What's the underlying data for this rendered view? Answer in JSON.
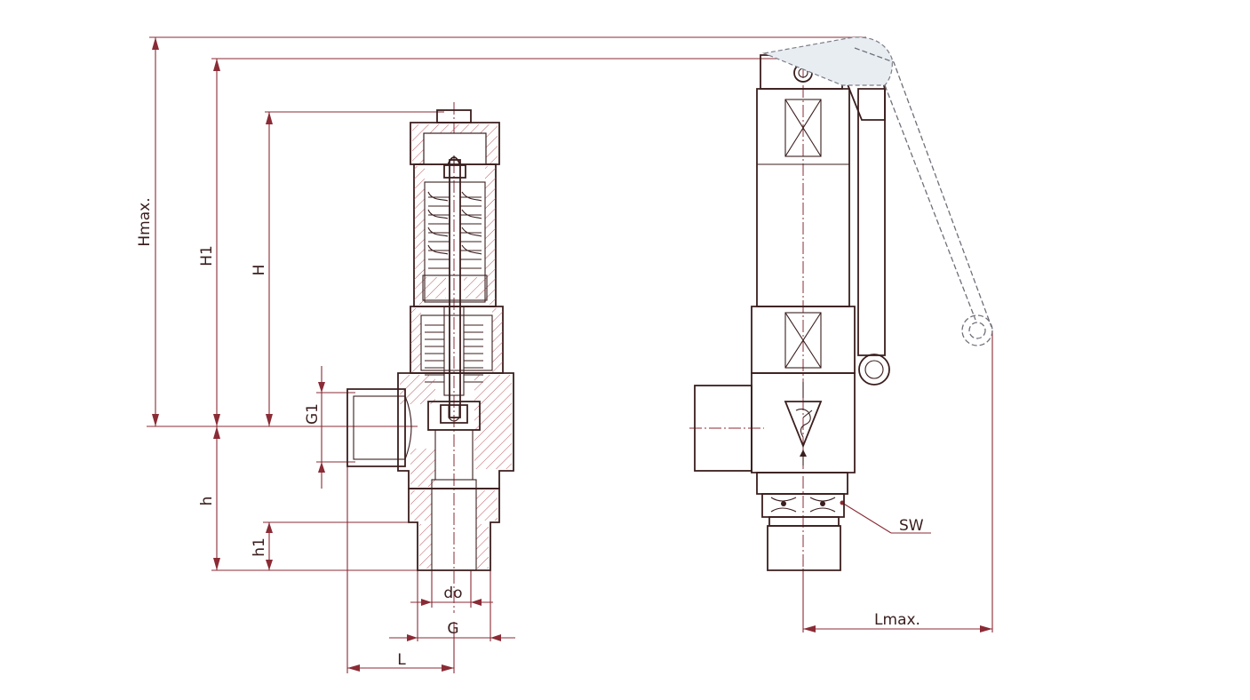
{
  "labels": {
    "hmax": "Hmax.",
    "h1_upper": "H1",
    "h_upper": "H",
    "g1": "G1",
    "h_lower": "h",
    "h1_lower": "h1",
    "do": "do",
    "g": "G",
    "l": "L",
    "sw": "SW",
    "lmax": "Lmax."
  },
  "colors": {
    "dimension_line": "#8a2b35",
    "outline": "#3b1e1e",
    "hatch": "#b4474f",
    "lever_ghost": "#6f6f7a"
  }
}
